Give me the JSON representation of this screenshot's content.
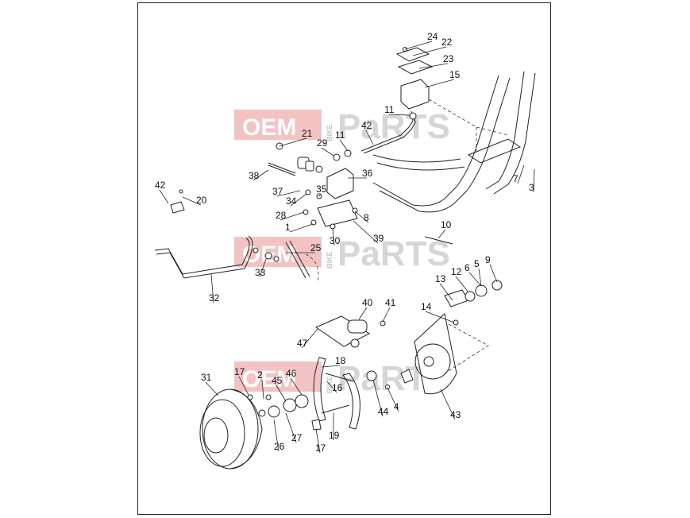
{
  "watermark": {
    "brand": "OEM",
    "brand2": "PaRTS",
    "vertical": "BIKE",
    "color": "#f2b9b9"
  },
  "callouts": [
    {
      "id": "24",
      "label": "24"
    },
    {
      "id": "22",
      "label": "22"
    },
    {
      "id": "23",
      "label": "23"
    },
    {
      "id": "15",
      "label": "15"
    },
    {
      "id": "11a",
      "label": "11"
    },
    {
      "id": "42a",
      "label": "42"
    },
    {
      "id": "11b",
      "label": "11"
    },
    {
      "id": "21",
      "label": "21"
    },
    {
      "id": "29",
      "label": "29"
    },
    {
      "id": "7",
      "label": "7"
    },
    {
      "id": "3",
      "label": "3"
    },
    {
      "id": "38",
      "label": "38"
    },
    {
      "id": "36",
      "label": "36"
    },
    {
      "id": "37",
      "label": "37"
    },
    {
      "id": "35",
      "label": "35"
    },
    {
      "id": "34",
      "label": "34"
    },
    {
      "id": "42b",
      "label": "42"
    },
    {
      "id": "20",
      "label": "20"
    },
    {
      "id": "28",
      "label": "28"
    },
    {
      "id": "8",
      "label": "8"
    },
    {
      "id": "1",
      "label": "1"
    },
    {
      "id": "30",
      "label": "30"
    },
    {
      "id": "39",
      "label": "39"
    },
    {
      "id": "10",
      "label": "10"
    },
    {
      "id": "25",
      "label": "25"
    },
    {
      "id": "33",
      "label": "33"
    },
    {
      "id": "32",
      "label": "32"
    },
    {
      "id": "9",
      "label": "9"
    },
    {
      "id": "6",
      "label": "6"
    },
    {
      "id": "5",
      "label": "5"
    },
    {
      "id": "12",
      "label": "12"
    },
    {
      "id": "13",
      "label": "13"
    },
    {
      "id": "40",
      "label": "40"
    },
    {
      "id": "41",
      "label": "41"
    },
    {
      "id": "14",
      "label": "14"
    },
    {
      "id": "47",
      "label": "47"
    },
    {
      "id": "31",
      "label": "31"
    },
    {
      "id": "18",
      "label": "18"
    },
    {
      "id": "17a",
      "label": "17"
    },
    {
      "id": "2",
      "label": "2"
    },
    {
      "id": "46",
      "label": "46"
    },
    {
      "id": "45",
      "label": "45"
    },
    {
      "id": "16",
      "label": "16"
    },
    {
      "id": "44",
      "label": "44"
    },
    {
      "id": "4",
      "label": "4"
    },
    {
      "id": "43",
      "label": "43"
    },
    {
      "id": "26",
      "label": "26"
    },
    {
      "id": "27",
      "label": "27"
    },
    {
      "id": "19",
      "label": "19"
    },
    {
      "id": "17b",
      "label": "17"
    }
  ]
}
